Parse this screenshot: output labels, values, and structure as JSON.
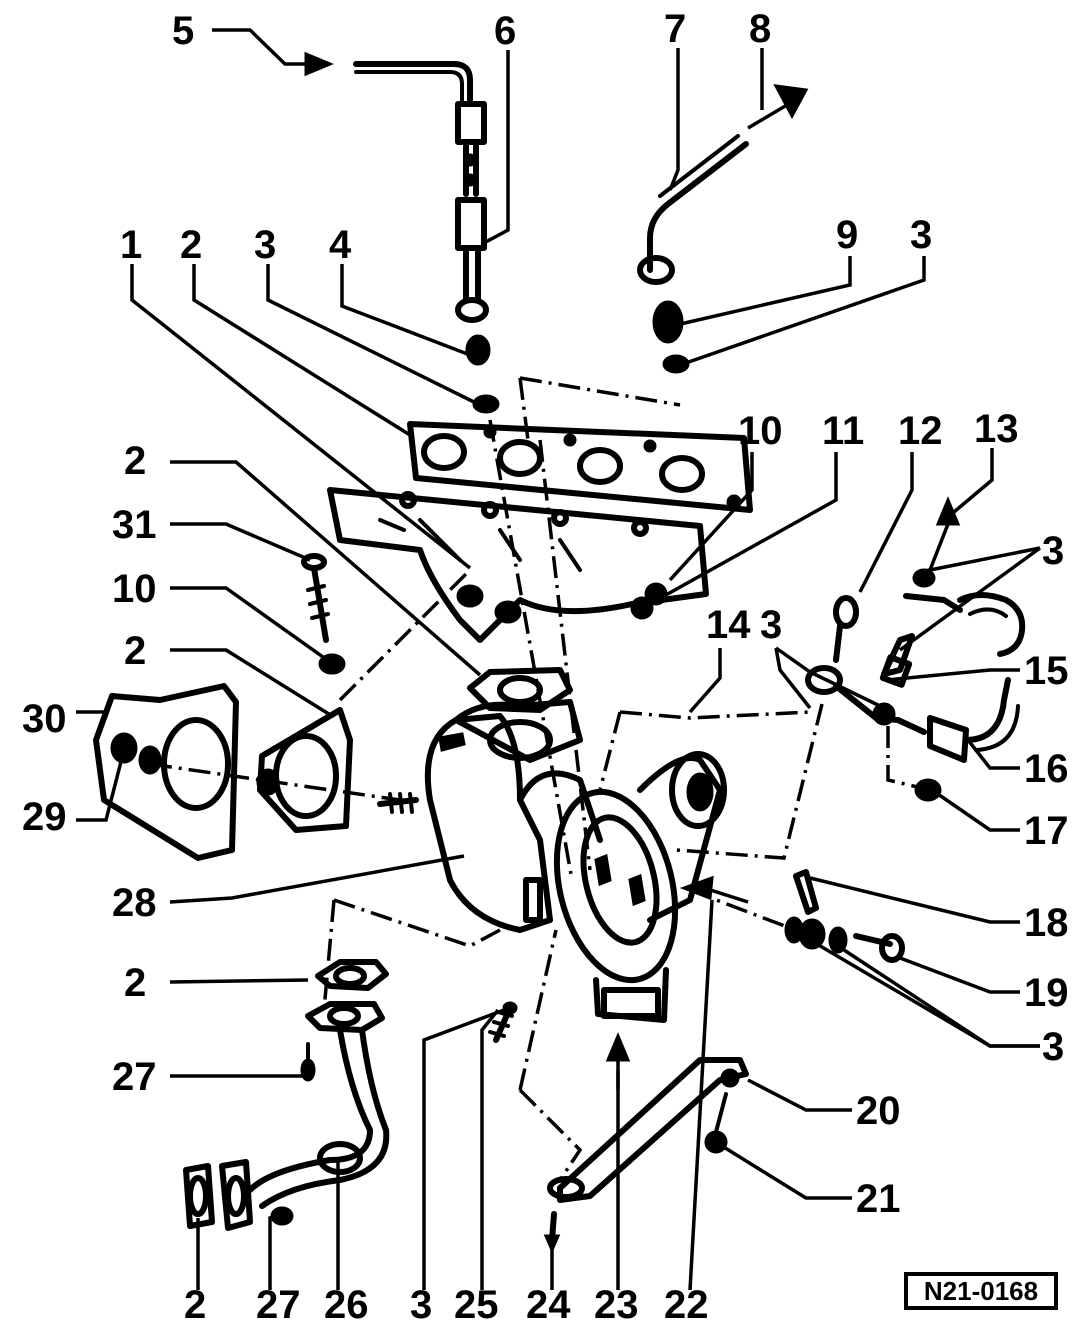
{
  "reference_code": "N21-0168",
  "callouts": [
    {
      "id": "l5-top",
      "text": "5"
    },
    {
      "id": "l6",
      "text": "6"
    },
    {
      "id": "l7",
      "text": "7"
    },
    {
      "id": "l8",
      "text": "8"
    },
    {
      "id": "l1",
      "text": "1"
    },
    {
      "id": "l2-top",
      "text": "2"
    },
    {
      "id": "l3-top-left",
      "text": "3"
    },
    {
      "id": "l4",
      "text": "4"
    },
    {
      "id": "l9",
      "text": "9"
    },
    {
      "id": "l3-top-right",
      "text": "3"
    },
    {
      "id": "l10-right",
      "text": "10"
    },
    {
      "id": "l11",
      "text": "11"
    },
    {
      "id": "l12",
      "text": "12"
    },
    {
      "id": "l13",
      "text": "13"
    },
    {
      "id": "l2-mid-left",
      "text": "2"
    },
    {
      "id": "l31",
      "text": "31"
    },
    {
      "id": "l3-right-upper",
      "text": "3"
    },
    {
      "id": "l10-left",
      "text": "10"
    },
    {
      "id": "l14",
      "text": "14"
    },
    {
      "id": "l3-right-mid",
      "text": "3"
    },
    {
      "id": "l15",
      "text": "15"
    },
    {
      "id": "l2-flange",
      "text": "2"
    },
    {
      "id": "l30",
      "text": "30"
    },
    {
      "id": "l16",
      "text": "16"
    },
    {
      "id": "l29",
      "text": "29"
    },
    {
      "id": "l17",
      "text": "17"
    },
    {
      "id": "l28",
      "text": "28"
    },
    {
      "id": "l18",
      "text": "18"
    },
    {
      "id": "l2-lower",
      "text": "2"
    },
    {
      "id": "l19",
      "text": "19"
    },
    {
      "id": "l27-mid",
      "text": "27"
    },
    {
      "id": "l3-right-lower",
      "text": "3"
    },
    {
      "id": "l20",
      "text": "20"
    },
    {
      "id": "l21",
      "text": "21"
    },
    {
      "id": "l2-bottom",
      "text": "2"
    },
    {
      "id": "l27-bottom",
      "text": "27"
    },
    {
      "id": "l26",
      "text": "26"
    },
    {
      "id": "l3-bottom",
      "text": "3"
    },
    {
      "id": "l25",
      "text": "25"
    },
    {
      "id": "l24",
      "text": "24"
    },
    {
      "id": "l23",
      "text": "23"
    },
    {
      "id": "l22",
      "text": "22"
    }
  ]
}
